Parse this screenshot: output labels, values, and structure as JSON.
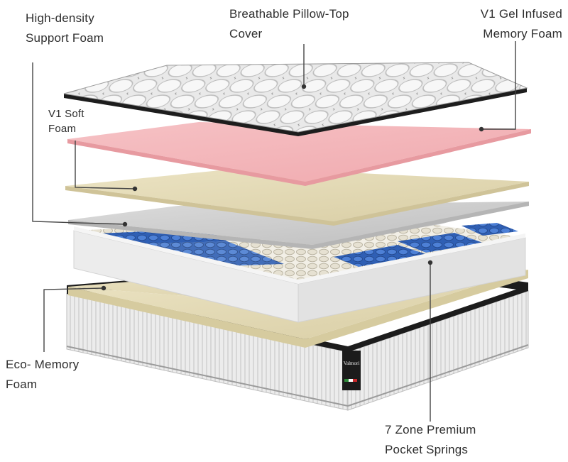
{
  "labels": {
    "high_density": {
      "line1": "High-density",
      "line2": "Support Foam"
    },
    "breathable": {
      "line1": "Breathable Pillow-Top",
      "line2": "Cover"
    },
    "gel_infused": {
      "line1": "V1 Gel Infused",
      "line2": "Memory Foam"
    },
    "soft_foam": {
      "line1": "V1 Soft",
      "line2": "Foam"
    },
    "eco_memory": {
      "line1": "Eco- Memory",
      "line2": "Foam"
    },
    "pocket_springs": {
      "line1": "7 Zone Premium",
      "line2": "Pocket Springs"
    }
  },
  "brand": {
    "logo_text": "Valmori"
  },
  "colors": {
    "pink_layer": "#f4b4b8",
    "beige_layer": "#e3d9b5",
    "grey_layer": "#cfcfcf",
    "spring_blue": "#3f6fc4",
    "base_black": "#1c1c1c",
    "leader_line": "#444444"
  }
}
